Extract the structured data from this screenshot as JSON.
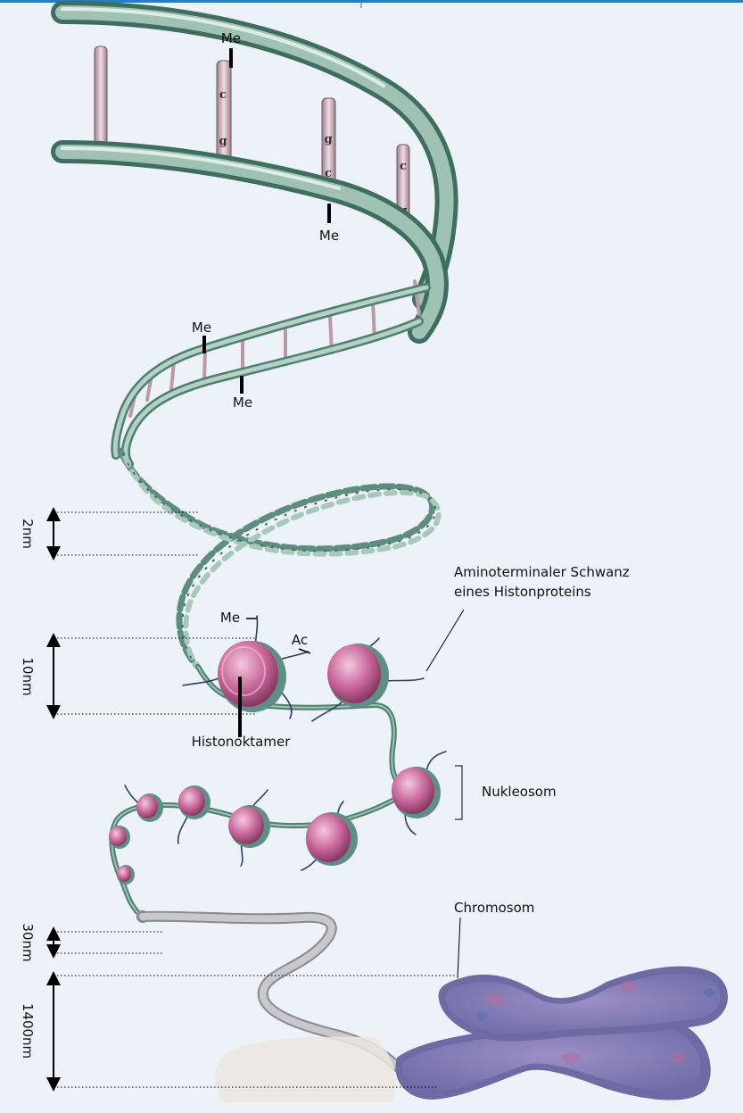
{
  "colors": {
    "top_rule": "#2a7cc0",
    "background": "#edf2f8",
    "backbone": "#7fa89a",
    "backbone_dark": "#4f7f6f",
    "rung": "#cfb3bd",
    "histone": "#c86a9a",
    "chromosome": "#7a78b0"
  },
  "labels": {
    "me_1": "Me",
    "me_2": "Me",
    "me_3": "Me",
    "me_4": "Me",
    "me_5": "Me",
    "ac": "Ac",
    "tail": "Aminoterminaler Schwanz\neines Histonproteins",
    "tail_line1": "Aminoterminaler Schwanz",
    "tail_line2": "eines Histonproteins",
    "histonoktamer": "Histonoktamer",
    "nukleosom": "Nukleosom",
    "chromosom": "Chromosom"
  },
  "bases": {
    "rung2_top": "c",
    "rung2_bottom": "g",
    "rung3_top": "g",
    "rung3_bottom": "c",
    "rung4_top": "c",
    "rung4_bottom": "g"
  },
  "scales": {
    "s2": "2nm",
    "s10": "10nm",
    "s30": "30nm",
    "s1400": "1400nm"
  },
  "icons": {
    "scale_arrow": "double-headed-vertical-arrow"
  }
}
